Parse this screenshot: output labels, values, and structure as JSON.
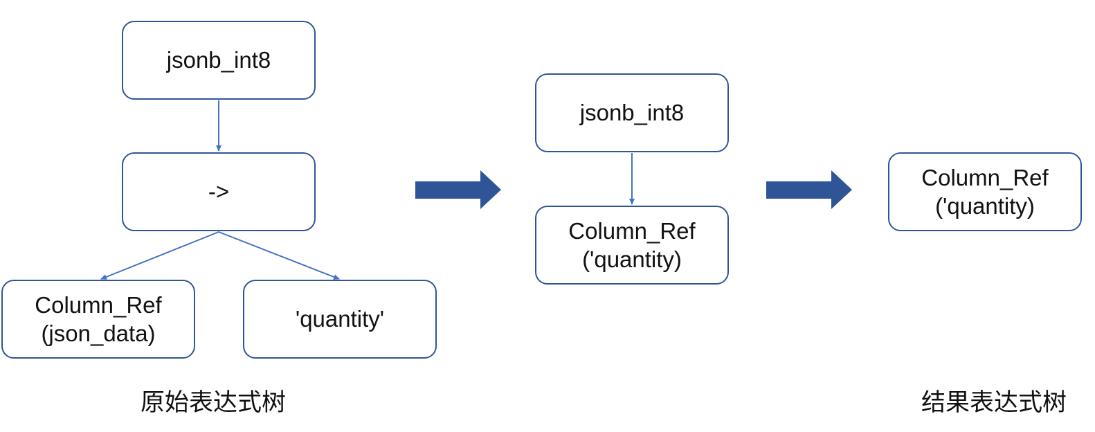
{
  "colors": {
    "box_border": "#2f5597",
    "connector": "#4472c4",
    "big_arrow": "#2f5597",
    "text": "#111111"
  },
  "original_tree": {
    "root": "jsonb_int8",
    "operator": "->",
    "left_child": [
      "Column_Ref",
      "(json_data)"
    ],
    "right_child": "'quantity'",
    "caption": "原始表达式树"
  },
  "intermediate_tree": {
    "root": "jsonb_int8",
    "child": [
      "Column_Ref",
      "('quantity)"
    ]
  },
  "result_tree": {
    "node": [
      "Column_Ref",
      "('quantity)"
    ],
    "caption": "结果表达式树"
  }
}
